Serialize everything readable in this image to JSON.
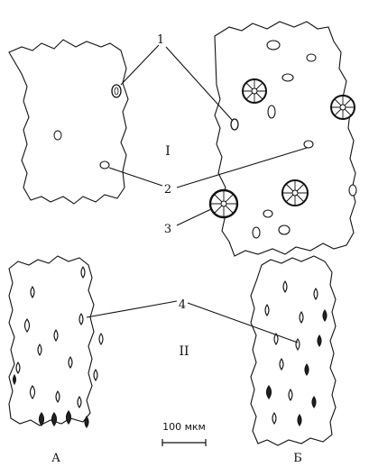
{
  "figure": {
    "callouts": {
      "stoma": "1",
      "epidermal_cell": "2",
      "trichome_base": "3",
      "crystal_cells": "4"
    },
    "group_labels": {
      "group_one": "I",
      "group_two": "II"
    },
    "panel_labels": {
      "left": "А",
      "right": "Б"
    },
    "scale_bar": {
      "label": "100 мкм",
      "length_um": 100
    }
  }
}
